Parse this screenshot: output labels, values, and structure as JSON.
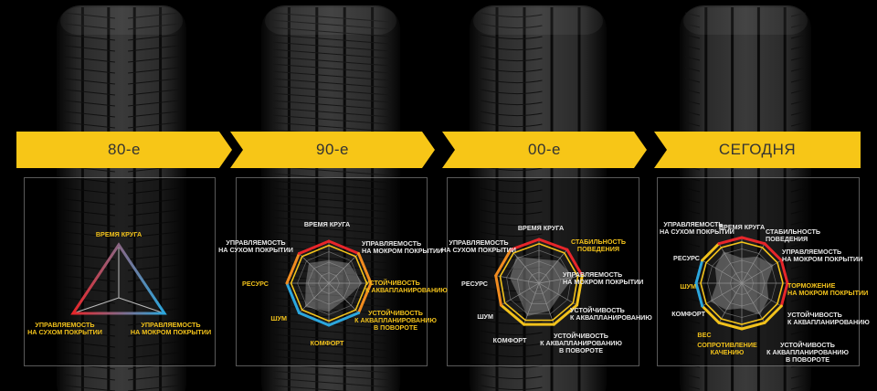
{
  "colors": {
    "banner": "#f7c617",
    "red": "#e8262a",
    "blue": "#2ba7de",
    "orange": "#f28c1f",
    "gold": "#f2c21b",
    "label_white": "#e8e8e8"
  },
  "eras": [
    {
      "title": "80-е",
      "labels": [
        {
          "text": "ВРЕМЯ КРУГА",
          "color": "gold"
        },
        {
          "text": "УПРАВЛЯЕМОСТЬ\nНА СУХОМ ПОКРЫТИИ",
          "color": "gold"
        },
        {
          "text": "УПРАВЛЯЕМОСТЬ\nНА МОКРОМ ПОКРЫТИИ",
          "color": "gold"
        }
      ]
    },
    {
      "title": "90-е",
      "labels": [
        {
          "text": "ВРЕМЯ КРУГА",
          "color": "white"
        },
        {
          "text": "УПРАВЛЯЕМОСТЬ\nНА МОКРОМ ПОКРЫТИИ",
          "color": "white"
        },
        {
          "text": "УСТОЙЧИВОСТЬ\nК АКВАПЛАНИРОВАНИЮ",
          "color": "gold"
        },
        {
          "text": "УСТОЙЧИВОСТЬ\nК АКВАПЛАНИРОВАНИЮ\nВ ПОВОРОТЕ",
          "color": "gold"
        },
        {
          "text": "КОМФОРТ",
          "color": "gold"
        },
        {
          "text": "ШУМ",
          "color": "gold"
        },
        {
          "text": "РЕСУРС",
          "color": "gold"
        },
        {
          "text": "УПРАВЛЯЕМОСТЬ\nНА СУХОМ ПОКРЫТИИ",
          "color": "white"
        }
      ]
    },
    {
      "title": "00-е",
      "labels": [
        {
          "text": "ВРЕМЯ КРУГА",
          "color": "white"
        },
        {
          "text": "СТАБИЛЬНОСТЬ\nПОВЕДЕНИЯ",
          "color": "gold"
        },
        {
          "text": "УПРАВЛЯЕМОСТЬ\nНА МОКРОМ ПОКРЫТИИ",
          "color": "white"
        },
        {
          "text": "УСТОЙЧИВОСТЬ\nК АКВАПЛАНИРОВАНИЮ",
          "color": "white"
        },
        {
          "text": "УСТОЙЧИВОСТЬ\nК АКВАПЛАНИРОВАНИЮ\nВ ПОВОРОТЕ",
          "color": "white"
        },
        {
          "text": "КОМФОРТ",
          "color": "white"
        },
        {
          "text": "ШУМ",
          "color": "white"
        },
        {
          "text": "РЕСУРС",
          "color": "white"
        },
        {
          "text": "УПРАВЛЯЕМОСТЬ\nНА СУХОМ ПОКРЫТИИ",
          "color": "white"
        }
      ]
    },
    {
      "title": "СЕГОДНЯ",
      "labels": [
        {
          "text": "ВРЕМЯ КРУГА",
          "color": "white"
        },
        {
          "text": "СТАБИЛЬНОСТЬ\nПОВЕДЕНИЯ",
          "color": "white"
        },
        {
          "text": "УПРАВЛЯЕМОСТЬ\nНА МОКРОМ ПОКРЫТИИ",
          "color": "white"
        },
        {
          "text": "ТОРМОЖЕНИЕ\nНА МОКРОМ ПОКРЫТИИ",
          "color": "gold"
        },
        {
          "text": "УСТОЙЧИВОСТЬ\nК АКВАПЛАНИРОВАНИЮ",
          "color": "white"
        },
        {
          "text": "УСТОЙЧИВОСТЬ\nК АКВАПЛАНИРОВАНИЮ\nВ ПОВОРОТЕ",
          "color": "white"
        },
        {
          "text": "СОПРОТИВЛЕНИЕ\nКАЧЕНИЮ",
          "color": "gold"
        },
        {
          "text": "ВЕС",
          "color": "gold"
        },
        {
          "text": "КОМФОРТ",
          "color": "white"
        },
        {
          "text": "ШУМ",
          "color": "gold"
        },
        {
          "text": "РЕСУРС",
          "color": "white"
        },
        {
          "text": "УПРАВЛЯЕМОСТЬ\nНА СУХОМ ПОКРЫТИИ",
          "color": "white"
        }
      ]
    }
  ]
}
